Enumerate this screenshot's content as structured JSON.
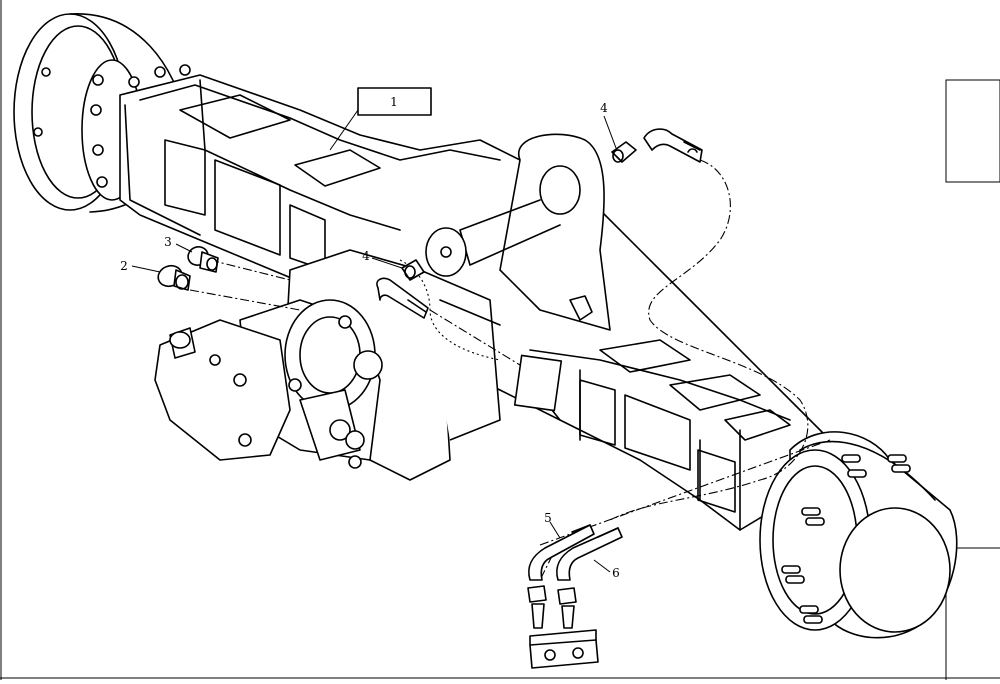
{
  "callouts": {
    "c1": "1",
    "c2": "2",
    "c3": "3",
    "c4a": "4",
    "c4b": "4",
    "c5": "5",
    "c6": "6"
  },
  "colors": {
    "ink": "#000000",
    "paper": "#ffffff"
  }
}
